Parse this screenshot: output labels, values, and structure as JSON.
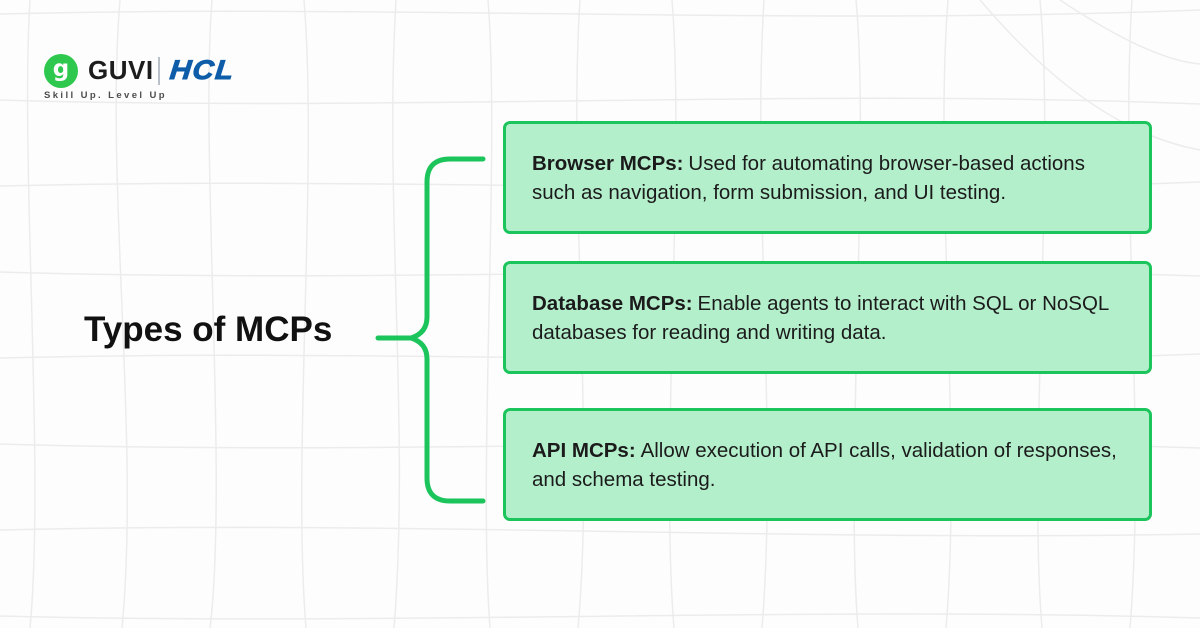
{
  "logo": {
    "mark_letter": "g",
    "guvi_text": "GUVI",
    "hcl_text": "HCL",
    "tagline": "Skill Up. Level Up"
  },
  "diagram": {
    "title": "Types of MCPs",
    "items": [
      {
        "label": "Browser MCPs:",
        "description": "Used for automating browser-based actions such as navigation, form submission, and UI testing."
      },
      {
        "label": "Database MCPs:",
        "description": "Enable agents to interact with SQL or NoSQL databases for reading and writing data."
      },
      {
        "label": "API MCPs:",
        "description": "Allow execution of API calls, validation of responses, and schema testing."
      }
    ]
  },
  "colors": {
    "accent_green": "#1cc45c",
    "box_fill": "#b4efcc",
    "logo_green": "#2ec84e",
    "hcl_blue": "#0e5da9",
    "grid_line": "#ececec",
    "title_text": "#111111",
    "body_text": "#1b1b1b",
    "tagline_text": "#4c4c4c"
  }
}
